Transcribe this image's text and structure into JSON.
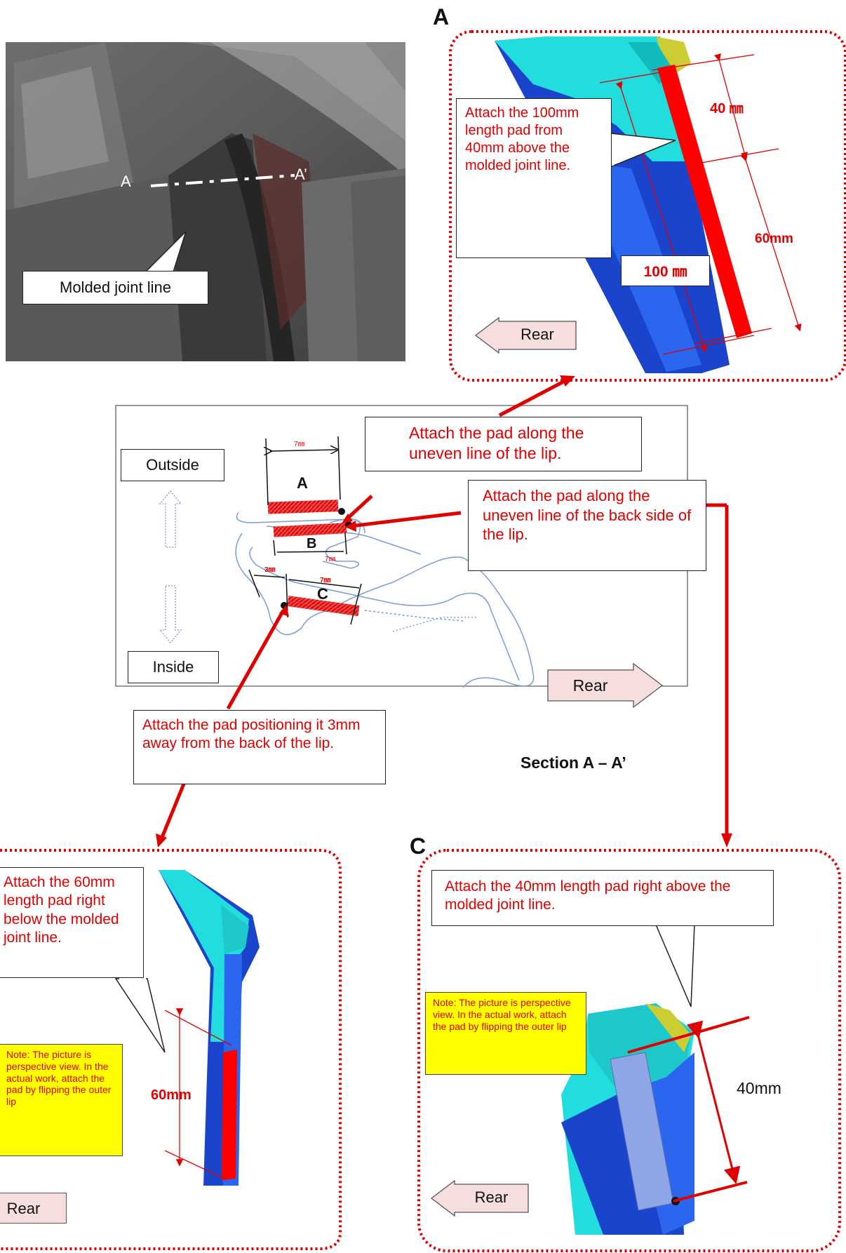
{
  "photo": {
    "label_a": "A",
    "label_a_prime": "A’",
    "callout": "Molded joint line"
  },
  "view_a": {
    "letter": "A",
    "callout": "Attach the 100mm length pad from 40mm above the molded joint line.",
    "dim_40": "40 ㎜",
    "dim_60": "60mm",
    "dim_100": "100 ㎜",
    "rear": "Rear"
  },
  "section": {
    "outside": "Outside",
    "inside": "Inside",
    "rear": "Rear",
    "title": "Section A – A’",
    "pad_a": "A",
    "pad_b": "B",
    "pad_c": "C",
    "dim_a": "7㎜",
    "dim_b": "7㎜",
    "dim_c": "7㎜",
    "dim_gap": "3㎜",
    "callout_top": "Attach the pad along the uneven line of the lip.",
    "callout_right": "Attach the pad along the uneven line of the back side of the lip.",
    "callout_bottom": "Attach the pad positioning it 3mm away from the back of the lip."
  },
  "view_b": {
    "callout": "Attach the 60mm length pad right below the molded joint line.",
    "note": "Note: The picture is perspective view. In the actual work, attach the pad by flipping the outer lip",
    "dim_60": "60mm",
    "rear": "Rear"
  },
  "view_c": {
    "letter": "C",
    "callout": "Attach the 40mm length pad right above the molded joint line.",
    "note": "Note: The picture is perspective view. In the actual work, attach the pad by flipping the outer lip",
    "dim_40": "40mm",
    "rear": "Rear"
  },
  "colors": {
    "accent_red": "#e00000",
    "pad_red": "#ff0000",
    "arrow_pink": "#f6dede",
    "note_yellow": "#ffff00",
    "part_cyan": "#22dddd",
    "part_blue": "#1a44cc"
  }
}
